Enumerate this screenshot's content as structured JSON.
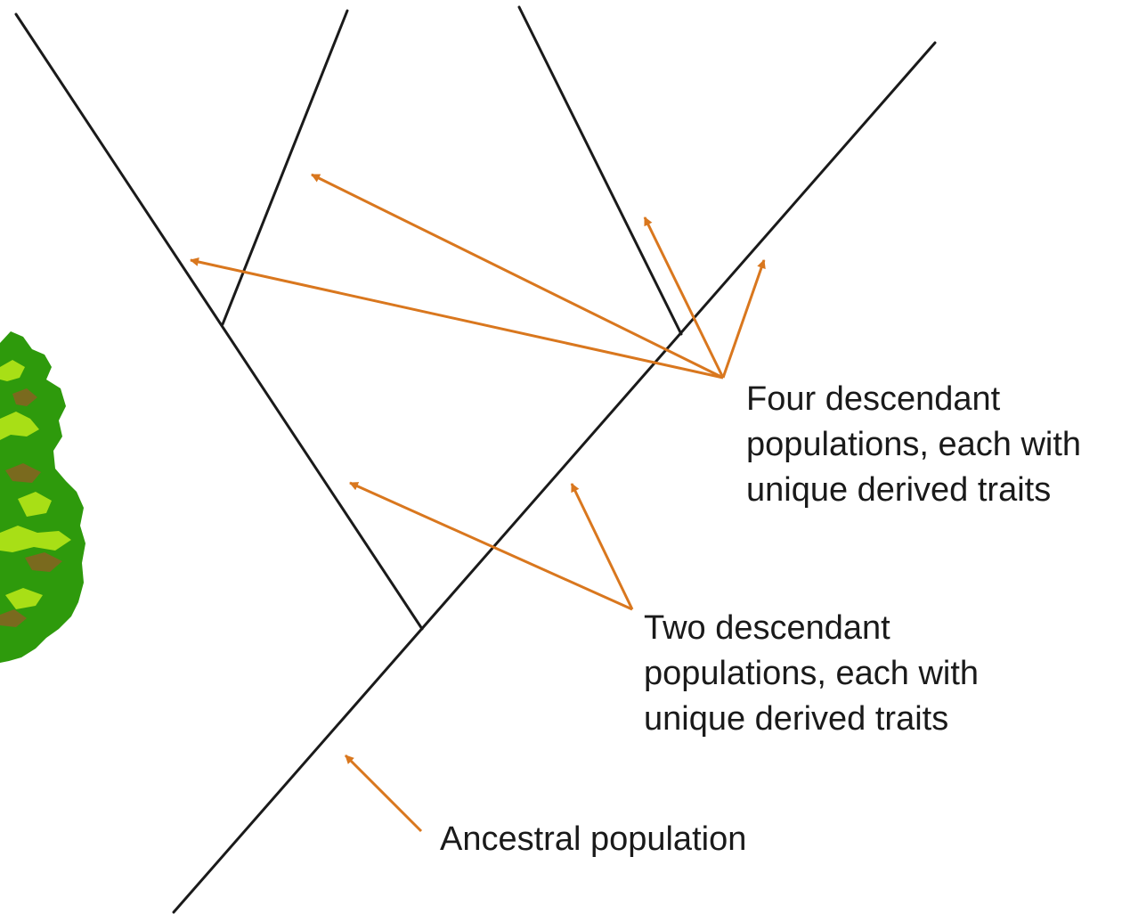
{
  "colors": {
    "branch": "#1a1a1a",
    "arrow": "#d9771e",
    "foliage_dark": "#2e9a0c",
    "foliage_light": "#a8df16",
    "foliage_shadow": "#7a6a1e"
  },
  "labels": {
    "four_descendant": [
      "Four descendant",
      "populations, each with",
      "unique derived traits"
    ],
    "two_descendant": [
      "Two descendant",
      "populations, each with",
      "unique derived traits"
    ],
    "ancestral": "Ancestral population"
  }
}
